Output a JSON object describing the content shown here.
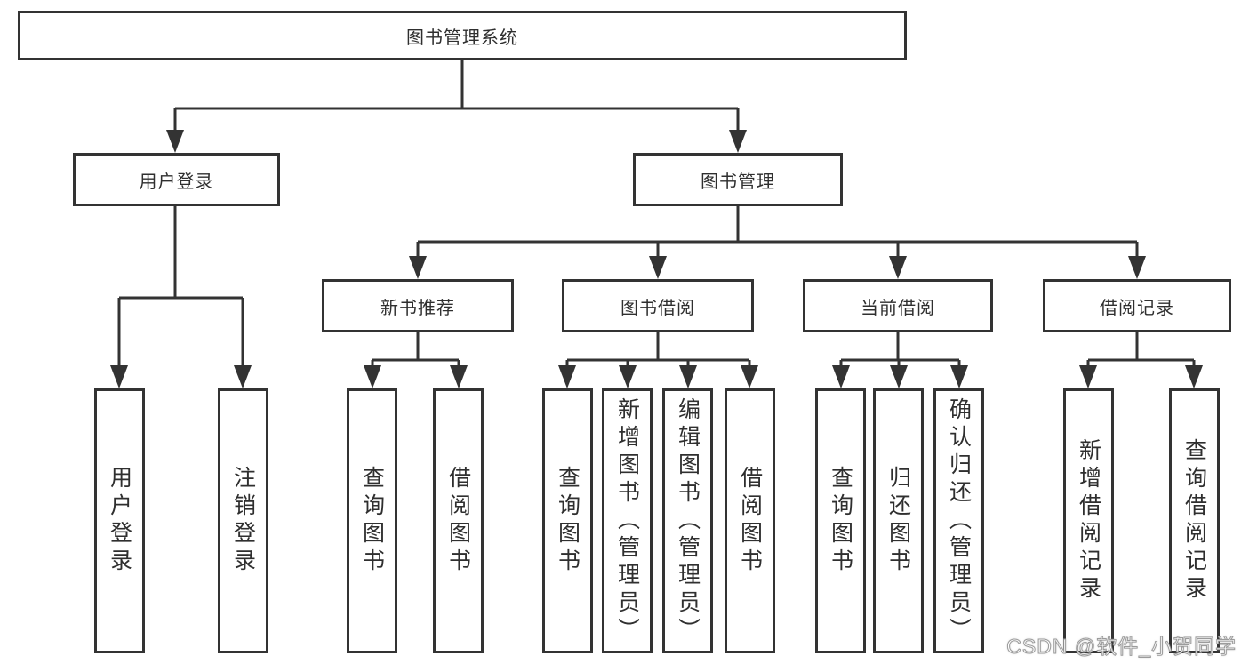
{
  "tree": {
    "root": "图书管理系统",
    "branches": [
      {
        "label": "用户登录",
        "children": [
          {
            "label": "用户登录"
          },
          {
            "label": "注销登录"
          }
        ]
      },
      {
        "label": "图书管理",
        "children": [
          {
            "label": "新书推荐",
            "children": [
              {
                "label": "查询图书"
              },
              {
                "label": "借阅图书"
              }
            ]
          },
          {
            "label": "图书借阅",
            "children": [
              {
                "label": "查询图书"
              },
              {
                "label": "新增图书（管理员）"
              },
              {
                "label": "编辑图书（管理员）"
              },
              {
                "label": "借阅图书"
              }
            ]
          },
          {
            "label": "当前借阅",
            "children": [
              {
                "label": "查询图书"
              },
              {
                "label": "归还图书"
              },
              {
                "label": "确认归还（管理员）"
              }
            ]
          },
          {
            "label": "借阅记录",
            "children": [
              {
                "label": "新增借阅记录"
              },
              {
                "label": "查询借阅记录"
              }
            ]
          }
        ]
      }
    ]
  },
  "watermark": {
    "text": "CSDN @软件_小贺同学"
  },
  "colors": {
    "line": "#333333",
    "text": "#2f2f2f",
    "background": "#ffffff"
  }
}
